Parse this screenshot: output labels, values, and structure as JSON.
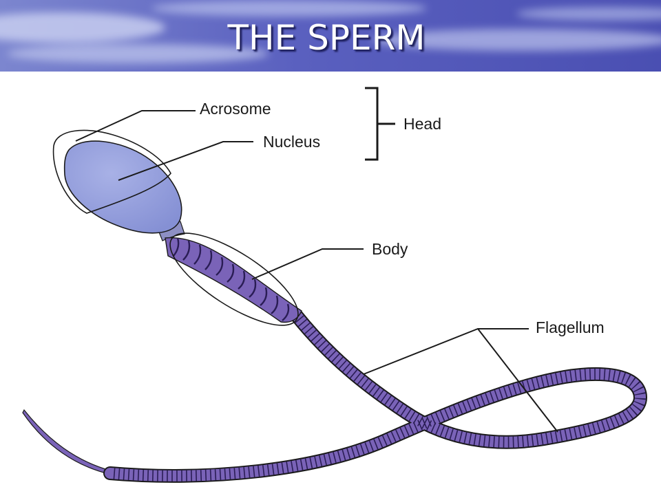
{
  "title": "THE SPERM",
  "labels": {
    "acrosome": "Acrosome",
    "nucleus": "Nucleus",
    "head": "Head",
    "body": "Body",
    "flagellum": "Flagellum"
  },
  "colors": {
    "banner_dark": "#4b50b4",
    "banner_light": "#8a93d8",
    "nucleus_fill": "#98a2de",
    "tail_fill": "#7a63b8",
    "outline": "#1a1a1a"
  }
}
